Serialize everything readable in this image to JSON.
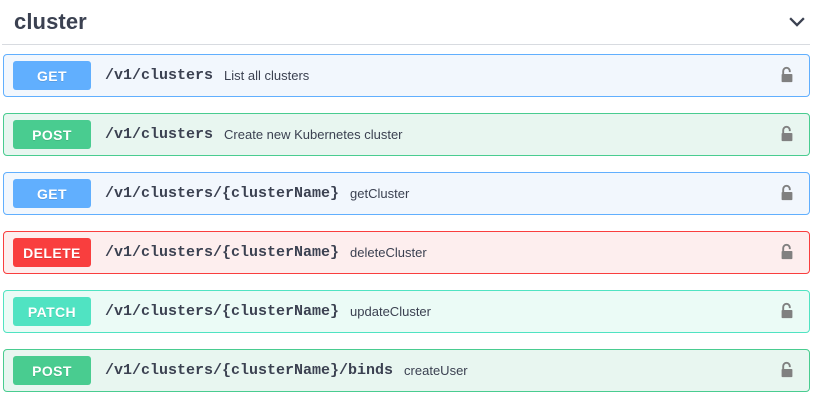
{
  "tag": {
    "name": "cluster",
    "collapse_icon": "chevron-down-icon",
    "expanded": true
  },
  "colors": {
    "get": "#61affe",
    "post": "#49cc90",
    "delete": "#f93e3e",
    "patch": "#50e3c2",
    "title": "#3b4151",
    "divider": "#d8dbe0",
    "lock": "#808080"
  },
  "operations": [
    {
      "method": "GET",
      "method_key": "get",
      "path": "/v1/clusters",
      "summary": "List all clusters",
      "auth_icon": "unlocked-padlock-icon"
    },
    {
      "method": "POST",
      "method_key": "post",
      "path": "/v1/clusters",
      "summary": "Create new Kubernetes cluster",
      "auth_icon": "unlocked-padlock-icon"
    },
    {
      "method": "GET",
      "method_key": "get",
      "path": "/v1/clusters/{clusterName}",
      "summary": "getCluster",
      "auth_icon": "unlocked-padlock-icon"
    },
    {
      "method": "DELETE",
      "method_key": "delete",
      "path": "/v1/clusters/{clusterName}",
      "summary": "deleteCluster",
      "auth_icon": "unlocked-padlock-icon"
    },
    {
      "method": "PATCH",
      "method_key": "patch",
      "path": "/v1/clusters/{clusterName}",
      "summary": "updateCluster",
      "auth_icon": "unlocked-padlock-icon"
    },
    {
      "method": "POST",
      "method_key": "post",
      "path": "/v1/clusters/{clusterName}/binds",
      "summary": "createUser",
      "auth_icon": "unlocked-padlock-icon"
    }
  ]
}
